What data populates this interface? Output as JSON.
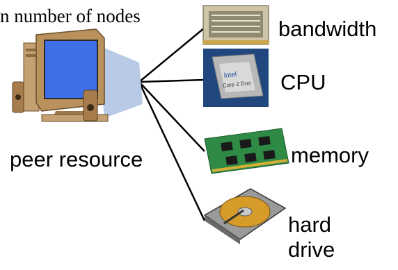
{
  "caption": "n number of nodes",
  "peer_label": "peer resource",
  "resources": [
    {
      "label": "bandwidth",
      "icon": "network-card-icon"
    },
    {
      "label": "CPU",
      "icon": "cpu-chip-icon"
    },
    {
      "label": "memory",
      "icon": "memory-stick-icon"
    },
    {
      "label": "hard\ndrive",
      "icon": "hard-drive-icon"
    }
  ],
  "colors": {
    "screen": "#3d6fe8",
    "monitor_body": "#b9915d",
    "monitor_shadow": "#b9cae6",
    "pcb_green": "#2e8a45",
    "cpu_blue": "#20487f",
    "line": "#000000"
  }
}
